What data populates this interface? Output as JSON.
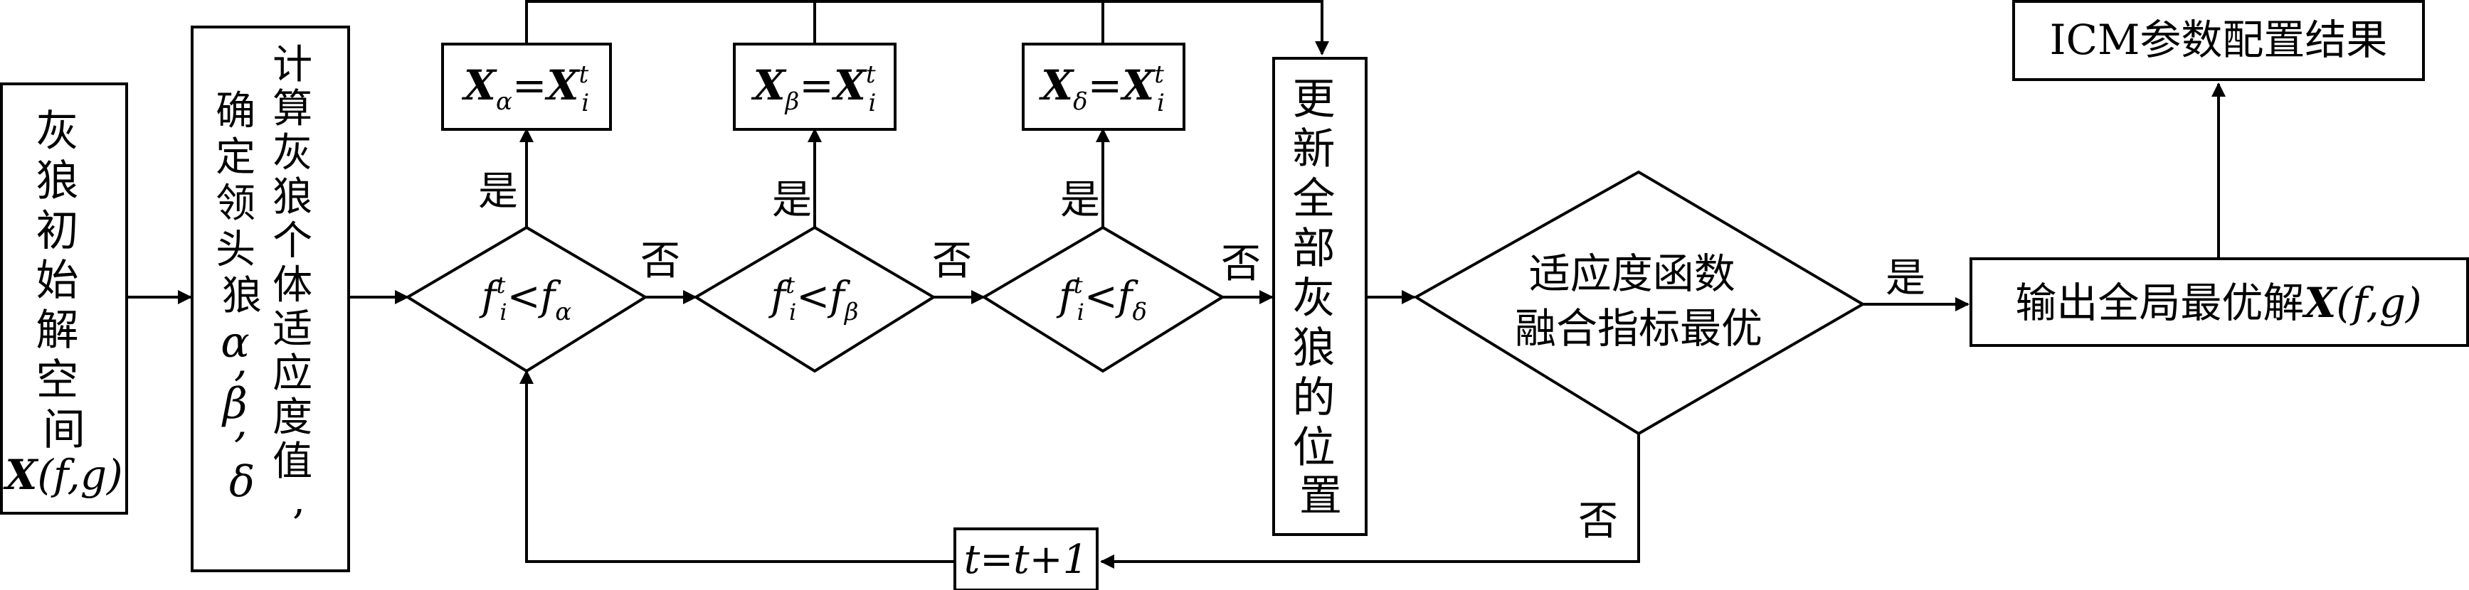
{
  "init_box": {
    "lines": [
      "灰",
      "狼",
      "初",
      "始",
      "解",
      "空",
      "间"
    ],
    "var_main": "X",
    "var_args": "(f,g)"
  },
  "fitness_box": {
    "col1": [
      "计",
      "算",
      "灰",
      "狼",
      "个",
      "体",
      "适",
      "应",
      "度",
      "值",
      ","
    ],
    "col2": [
      "确",
      "定",
      "领",
      "头",
      "狼"
    ],
    "greek": [
      "α",
      ",",
      "β",
      ",",
      "δ"
    ]
  },
  "assign_alpha": {
    "lhs": "X",
    "lhs_sub": "α",
    "eq": "=",
    "rhs": "X",
    "rhs_sup": "t",
    "rhs_sub": "i"
  },
  "assign_beta": {
    "lhs": "X",
    "lhs_sub": "β",
    "eq": "=",
    "rhs": "X",
    "rhs_sup": "t",
    "rhs_sub": "i"
  },
  "assign_delta": {
    "lhs": "X",
    "lhs_sub": "δ",
    "eq": "=",
    "rhs": "X",
    "rhs_sup": "t",
    "rhs_sub": "i"
  },
  "cond_alpha": {
    "f": "f",
    "sup": "t",
    "sub": "i",
    "op": "<",
    "rf": "f",
    "rsub": "α"
  },
  "cond_beta": {
    "f": "f",
    "sup": "t",
    "sub": "i",
    "op": "<",
    "rf": "f",
    "rsub": "β"
  },
  "cond_delta": {
    "f": "f",
    "sup": "t",
    "sub": "i",
    "op": "<",
    "rf": "f",
    "rsub": "δ"
  },
  "update_box": {
    "lines": [
      "更",
      "新",
      "全",
      "部",
      "灰",
      "狼",
      "的",
      "位",
      "置"
    ]
  },
  "fusion_diamond": {
    "line1": "适应度函数",
    "line2": "融合指标最优"
  },
  "output_box": {
    "text": "输出全局最优解",
    "var_main": "X",
    "var_args": "(f,g)"
  },
  "result_box": {
    "text": "ICM参数配置结果"
  },
  "iter_box": {
    "text": "t=t+1"
  },
  "labels": {
    "yes": "是",
    "no": "否"
  }
}
